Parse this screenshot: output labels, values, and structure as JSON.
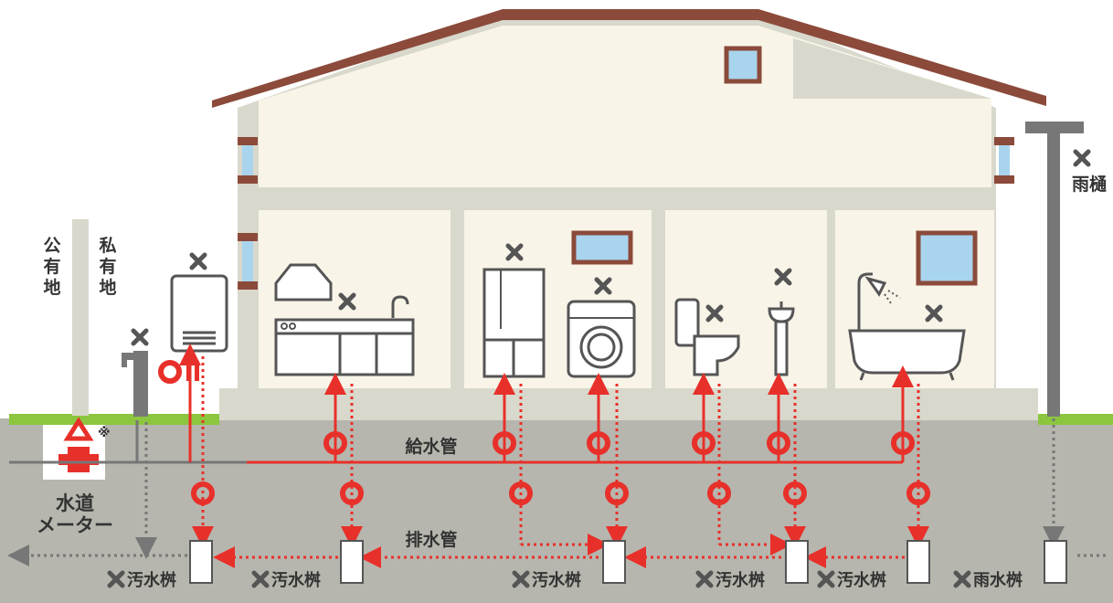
{
  "colors": {
    "wall": "#d9d8cc",
    "room": "#f8f4e8",
    "roof": "#8b4a3a",
    "ground": "#b6b6ae",
    "grass": "#8cc63f",
    "pipe": "#e8302a",
    "drain": "#777777",
    "window_fill": "#a9d4ee",
    "window_frame": "#8b4a3a",
    "mark_ok": "#e8302a",
    "mark_x": "#555555",
    "text": "#333333"
  },
  "labels": {
    "public_land": "公有地",
    "private_land": "私有地",
    "rain_gutter": "雨樋",
    "water_meter_line1": "水道",
    "water_meter_line2": "メーター",
    "supply_pipe": "給水管",
    "drain_pipe": "排水管",
    "note_mark": "※",
    "sewage_basin": "汚水桝",
    "rain_basin": "雨水桝"
  },
  "marks": {
    "responsible": "◯",
    "not_responsible": "✕",
    "conditional": "△"
  }
}
